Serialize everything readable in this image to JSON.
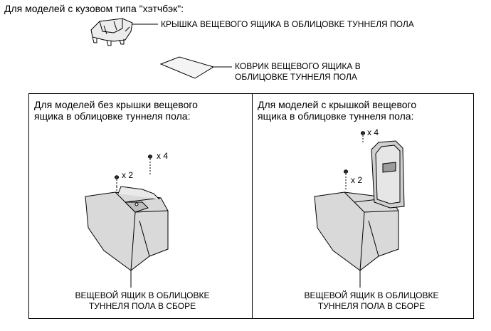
{
  "header": {
    "title": "Для моделей с кузовом типа \"хэтчбэк\":"
  },
  "parts": {
    "lid": {
      "label": "КРЫШКА ВЕЩЕВОГО ЯЩИКА В ОБЛИЦОВКЕ ТУННЕЛЯ ПОЛА"
    },
    "mat": {
      "label_line1": "КОВРИК ВЕЩЕВОГО ЯЩИКА В",
      "label_line2": "ОБЛИЦОВКЕ ТУННЕЛЯ ПОЛА"
    }
  },
  "panels": [
    {
      "title_line1": "Для моделей без крышки вещевого",
      "title_line2": "ящика в облицовке туннеля пола:",
      "qty_a": "x 2",
      "qty_b": "x 4",
      "caption_line1": "ВЕЩЕВОЙ ЯЩИК В ОБЛИЦОВКЕ",
      "caption_line2": "ТУННЕЛЯ ПОЛА В СБОРЕ"
    },
    {
      "title_line1": "Для моделей с крышкой вещевого",
      "title_line2": "ящика в облицовке туннеля пола:",
      "qty_a": "x 4",
      "qty_b": "x 2",
      "caption_line1": "ВЕЩЕВОЙ ЯЩИК В ОБЛИЦОВКЕ",
      "caption_line2": "ТУННЕЛЯ ПОЛА В СБОРЕ"
    }
  ]
}
